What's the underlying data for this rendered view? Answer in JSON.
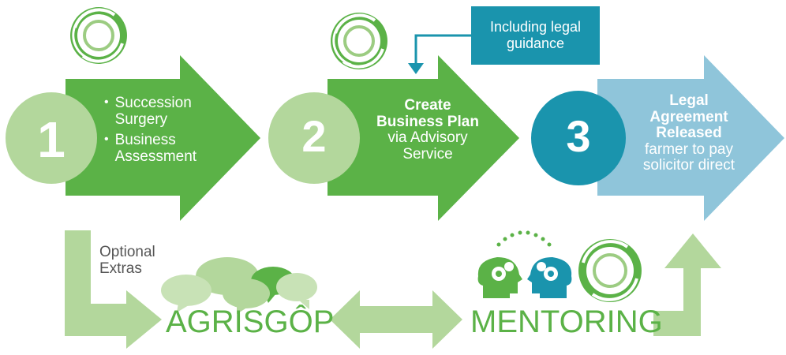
{
  "colors": {
    "green_dark": "#5bb247",
    "green_mid": "#7dc062",
    "green_light": "#b3d79c",
    "teal": "#1a94ad",
    "blue_light": "#8fc5da"
  },
  "step1": {
    "number": "1",
    "bullets": [
      "Succession Surgery",
      "Business Assessment"
    ]
  },
  "step2": {
    "number": "2",
    "title_line1": "Create",
    "title_line2": "Business Plan",
    "sub_line1": "via Advisory",
    "sub_line2": "Service"
  },
  "step3": {
    "number": "3",
    "title_line1": "Legal",
    "title_line2": "Agreement",
    "title_line3": "Released",
    "sub_line1": "farmer to pay",
    "sub_line2": "solicitor direct"
  },
  "callout": {
    "line1": "Including legal",
    "line2": "guidance"
  },
  "optional": {
    "line1": "Optional",
    "line2": "Extras"
  },
  "agrisgop": {
    "label": "AGRISGÔP"
  },
  "mentoring": {
    "label": "MENTORING"
  },
  "icons": [
    "logo-swirl-icon",
    "speech-bubbles-icon",
    "mentoring-heads-icon"
  ]
}
